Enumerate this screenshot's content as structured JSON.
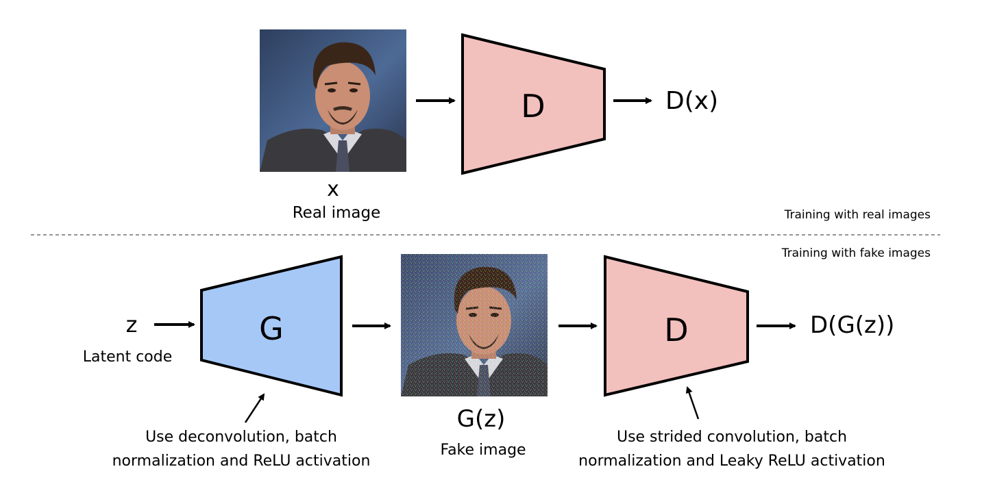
{
  "real": {
    "symbol": "x",
    "caption": "Real image",
    "output": "D(x)"
  },
  "fake": {
    "input_symbol": "z",
    "input_caption": "Latent code",
    "image_symbol": "G(z)",
    "image_caption": "Fake image",
    "output": "D(G(z))"
  },
  "blocks": {
    "discriminator_label": "D",
    "generator_label": "G",
    "discriminator_color": "#f2c0bd",
    "generator_color": "#a6c8f7"
  },
  "sections": {
    "top_note": "Training with real images",
    "bottom_note": "Training with fake images"
  },
  "notes": {
    "generator_line1": "Use deconvolution, batch",
    "generator_line2": "normalization and ReLU activation",
    "discriminator_line1": "Use strided convolution, batch",
    "discriminator_line2": "normalization and Leaky ReLU activation"
  }
}
